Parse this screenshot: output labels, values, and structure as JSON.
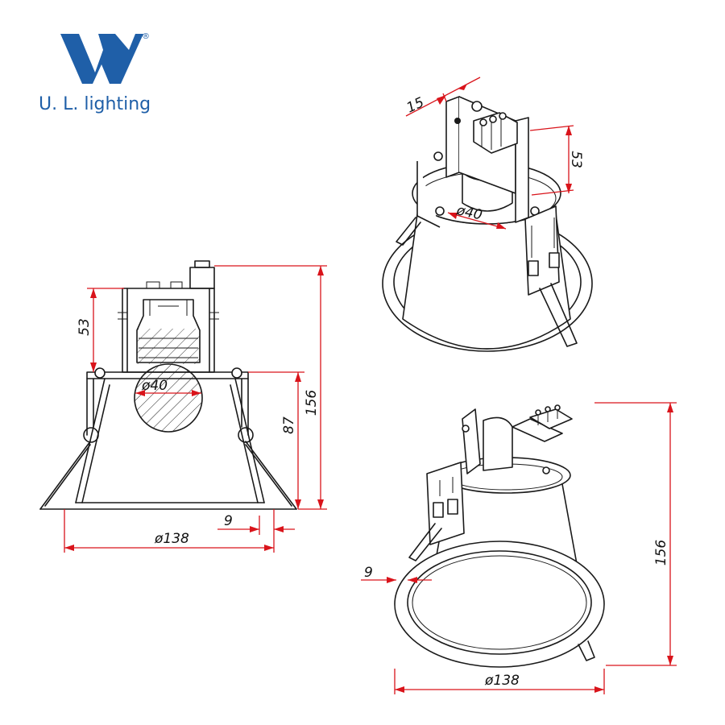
{
  "brand": {
    "name": "U. L. lighting",
    "registered_mark": "®",
    "logo_letter": "W",
    "logo_color": "#1f5fa8"
  },
  "colors": {
    "dimension_line": "#d9141b",
    "outline": "#1a1a1a"
  },
  "views": {
    "front": {
      "dims": {
        "height_total": "156",
        "height_driver": "53",
        "height_body": "87",
        "diameter_body": "ø138",
        "diameter_lamp": "ø40",
        "rim": "9"
      }
    },
    "top_iso": {
      "dims": {
        "bracket_width": "15",
        "height_driver": "53",
        "diameter_lamp": "ø40"
      }
    },
    "bottom_iso": {
      "dims": {
        "height_total": "156",
        "diameter_body": "ø138",
        "rim": "9"
      }
    }
  }
}
